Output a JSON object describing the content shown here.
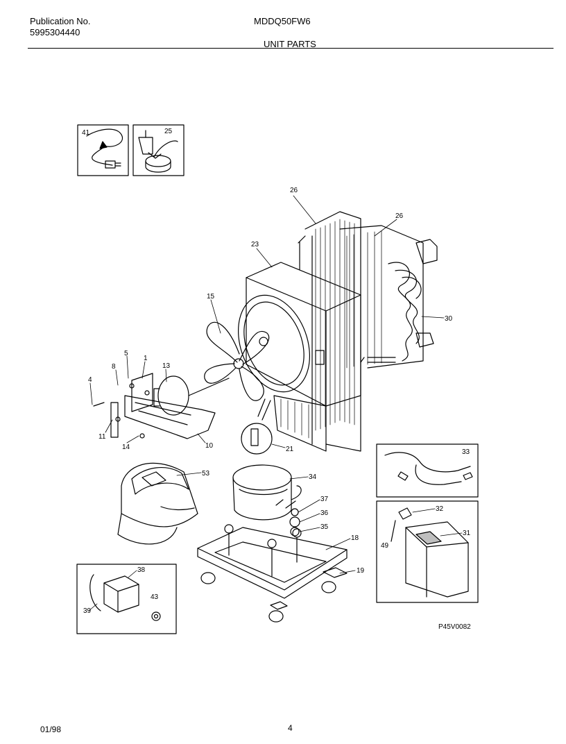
{
  "header": {
    "publication_label": "Publication No.",
    "publication_number": "5995304440",
    "model": "MDDQ50FW6",
    "section_title": "UNIT PARTS"
  },
  "diagram": {
    "callouts": {
      "c41": "41",
      "c25": "25",
      "c26a": "26",
      "c26b": "26",
      "c23": "23",
      "c30": "30",
      "c15": "15",
      "c5": "5",
      "c8": "8",
      "c1": "1",
      "c13": "13",
      "c4": "4",
      "c11": "11",
      "c14": "14",
      "c10": "10",
      "c21": "21",
      "c33": "33",
      "c53": "53",
      "c34": "34",
      "c37": "37",
      "c36": "36",
      "c35": "35",
      "c18": "18",
      "c19": "19",
      "c32": "32",
      "c49": "49",
      "c31": "31",
      "c38": "38",
      "c43": "43",
      "c39": "39"
    },
    "drawing_code": "P45V0082"
  },
  "footer": {
    "date": "01/98",
    "page": "4"
  }
}
